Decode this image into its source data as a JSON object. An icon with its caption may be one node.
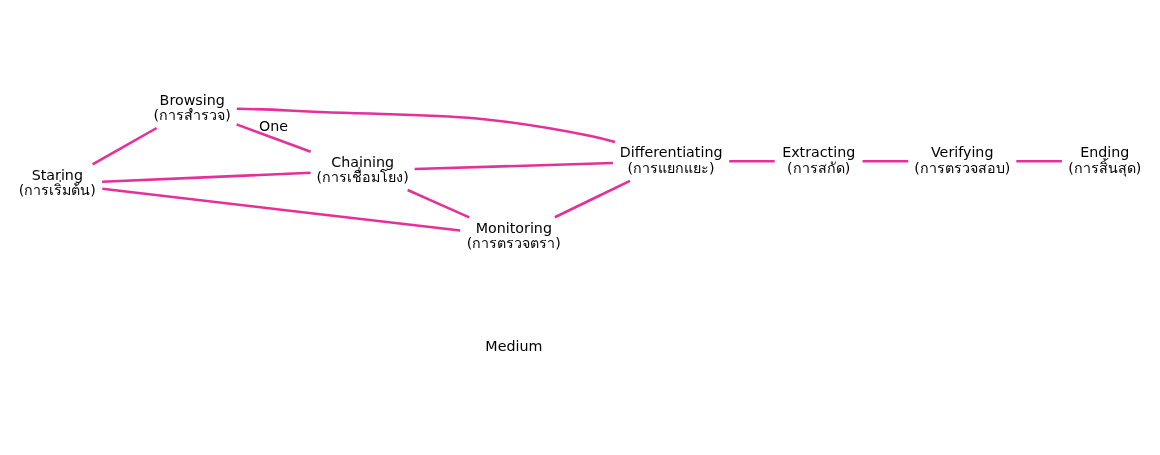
{
  "diagram": {
    "nodes": [
      {
        "text": [
          "Staring",
          "(การเริ่มต้น)"
        ]
      },
      {
        "text": [
          "Browsing",
          "(การสำรวจ)"
        ]
      },
      {
        "text": [
          "Chaining",
          "(การเชื่อมโยง)"
        ]
      },
      {
        "text": [
          "Monitoring",
          "(การตรวจตรา)"
        ]
      },
      {
        "text": [
          "Differentiating",
          "(การแยกแยะ)"
        ]
      },
      {
        "text": [
          "Extracting",
          "(การสกัด)"
        ]
      },
      {
        "text": [
          "Verifying",
          "(การตรวจสอบ)"
        ]
      },
      {
        "text": [
          "Ending",
          "(การสิ้นสุด)"
        ]
      }
    ],
    "edges": [
      {
        "from": 0,
        "to": 1,
        "arrow": "none"
      },
      {
        "from": 0,
        "to": 2,
        "arrow": "none"
      },
      {
        "from": 0,
        "to": 3,
        "arrow": "none"
      },
      {
        "from": 1,
        "to": 2,
        "arrow": "none",
        "label": "One"
      },
      {
        "from": 1,
        "to": 4,
        "arrow": "none"
      },
      {
        "from": 2,
        "to": 4,
        "arrow": "none"
      },
      {
        "from": 2,
        "to": 3,
        "arrow": "none"
      },
      {
        "from": 3,
        "to": 4,
        "arrow": "none"
      },
      {
        "from": 4,
        "to": 5,
        "arrow": "none"
      },
      {
        "from": 5,
        "to": 6,
        "arrow": "none"
      },
      {
        "from": 6,
        "to": 7,
        "arrow": "none"
      }
    ],
    "labels": [
      "Medium"
    ]
  }
}
